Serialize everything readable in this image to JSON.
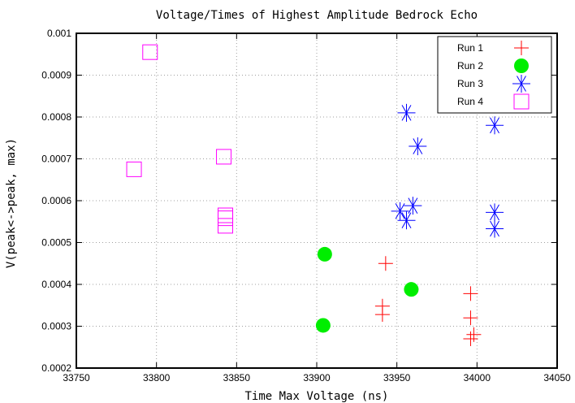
{
  "chart_data": {
    "type": "scatter",
    "title": "Voltage/Times of Highest Amplitude Bedrock Echo",
    "xlabel": "Time Max Voltage (ns)",
    "ylabel": "V(peak<->peak, max)",
    "xlim": [
      33750,
      34050
    ],
    "ylim": [
      0.0002,
      0.001
    ],
    "xticks": [
      "33750",
      "33800",
      "33850",
      "33900",
      "33950",
      "34000",
      "34050"
    ],
    "yticks": [
      "0.0002",
      "0.0003",
      "0.0004",
      "0.0005",
      "0.0006",
      "0.0007",
      "0.0008",
      "0.0009",
      "0.001"
    ],
    "grid": true,
    "legend_position": "top-right",
    "series": [
      {
        "name": "Run 1",
        "marker": "plus",
        "color": "#ff0000",
        "points": [
          [
            33943,
            0.00045
          ],
          [
            33941,
            0.000348
          ],
          [
            33941,
            0.000328
          ],
          [
            33996,
            0.000378
          ],
          [
            33996,
            0.00032
          ],
          [
            33998,
            0.00028
          ],
          [
            33996,
            0.00027
          ]
        ]
      },
      {
        "name": "Run 2",
        "marker": "filled-circle",
        "color": "#00ee00",
        "points": [
          [
            33905,
            0.000472
          ],
          [
            33959,
            0.000388
          ],
          [
            33904,
            0.000302
          ]
        ]
      },
      {
        "name": "Run 3",
        "marker": "star",
        "color": "#0000ff",
        "points": [
          [
            33956,
            0.00081
          ],
          [
            33963,
            0.00073
          ],
          [
            33960,
            0.000588
          ],
          [
            33952,
            0.000575
          ],
          [
            33956,
            0.000553
          ],
          [
            34011,
            0.00078
          ],
          [
            34011,
            0.000572
          ],
          [
            34011,
            0.000533
          ]
        ]
      },
      {
        "name": "Run 4",
        "marker": "open-square",
        "color": "#ff00ff",
        "points": [
          [
            33796,
            0.000955
          ],
          [
            33786,
            0.000675
          ],
          [
            33842,
            0.000705
          ],
          [
            33843,
            0.000565
          ],
          [
            33843,
            0.000558
          ],
          [
            33843,
            0.00054
          ]
        ]
      }
    ]
  }
}
